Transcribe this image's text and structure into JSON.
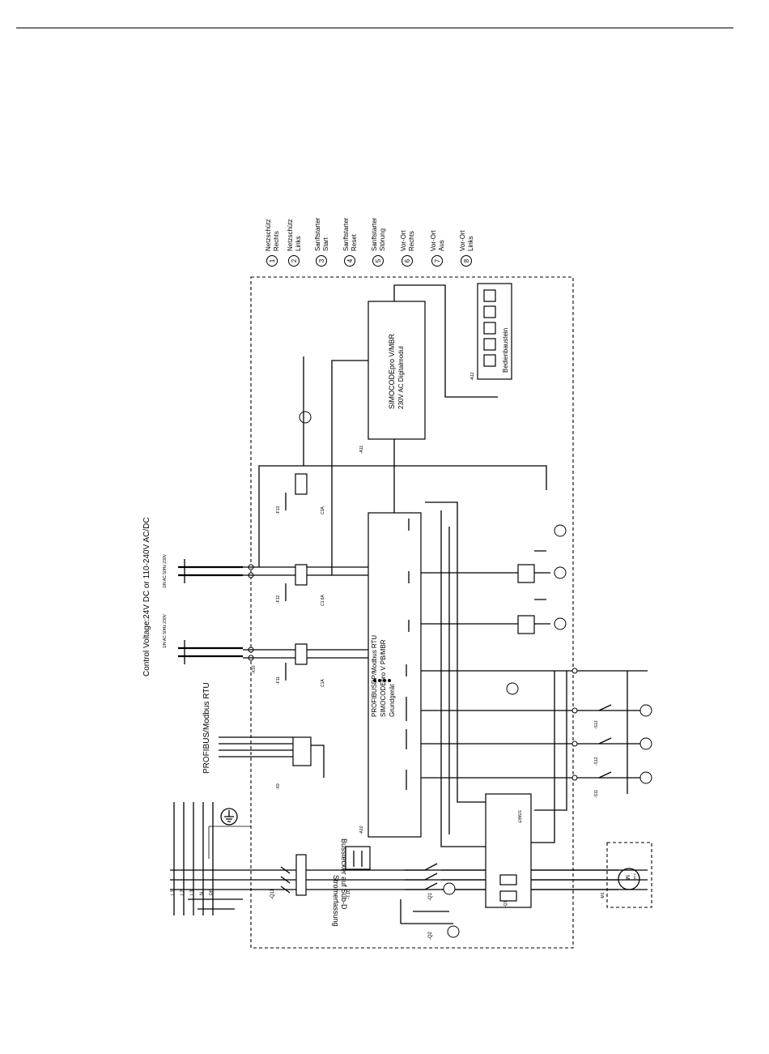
{
  "legend": {
    "items": [
      {
        "num": "1",
        "line1": "Netzschütz",
        "line2": "Rechts"
      },
      {
        "num": "2",
        "line1": "Netzschütz",
        "line2": "Links"
      },
      {
        "num": "3",
        "line1": "Sanftstarter",
        "line2": "Start"
      },
      {
        "num": "4",
        "line1": "Sanftstarter",
        "line2": "Reset"
      },
      {
        "num": "5",
        "line1": "Sanftstarter",
        "line2": "Störung"
      },
      {
        "num": "6",
        "line1": "Vor-Ort",
        "line2": "Rechts"
      },
      {
        "num": "7",
        "line1": "Vor-Ort",
        "line2": "Aus"
      },
      {
        "num": "8",
        "line1": "Vor-Ort",
        "line2": "Links"
      }
    ]
  },
  "labels": {
    "control_voltage": "Control Voltage:24V DC or 110-240V AC/DC",
    "profibus": "PROFIBUS/Modbus RTU",
    "busstecker": "Busstecker auf Sub-D",
    "stromerfassung": "Stromerfassung",
    "main_module_l1": "PROFIBUSDP/Modbus RTU",
    "main_module_l2": "SIMOCODEpro V PB/MBR",
    "main_module_l3": "Grundgerät",
    "dm_l1": "SIMOCODEpro V/MBR",
    "dm_l2": "230V AC Digitalmodul",
    "bedien": "Bedienbaustein",
    "supply1": "1/N AC 50Hz 230V",
    "supply2": "1/N AC 50Hz 230V",
    "start": "START",
    "motor": "M",
    "motor_sub": "3 AC"
  },
  "designators": {
    "q11": "-Q11",
    "f11": "-F11",
    "f12": "-F12",
    "f13": "-F13",
    "x10": "-X10",
    "x9": "-X9",
    "a10": "-A10",
    "a11": "-A11",
    "a12": "-A12",
    "t10": "-T10",
    "q1": "-Q1",
    "q2": "-Q2",
    "s11": "-S11",
    "s12": "-S12",
    "s13": "-S13",
    "m1": "-M1",
    "c1a": "C1A",
    "c16a": "C1.6A",
    "c3a": "C3A",
    "l1": "L1",
    "l2": "L2",
    "l3": "L3",
    "n": "N",
    "pe": "PE"
  }
}
